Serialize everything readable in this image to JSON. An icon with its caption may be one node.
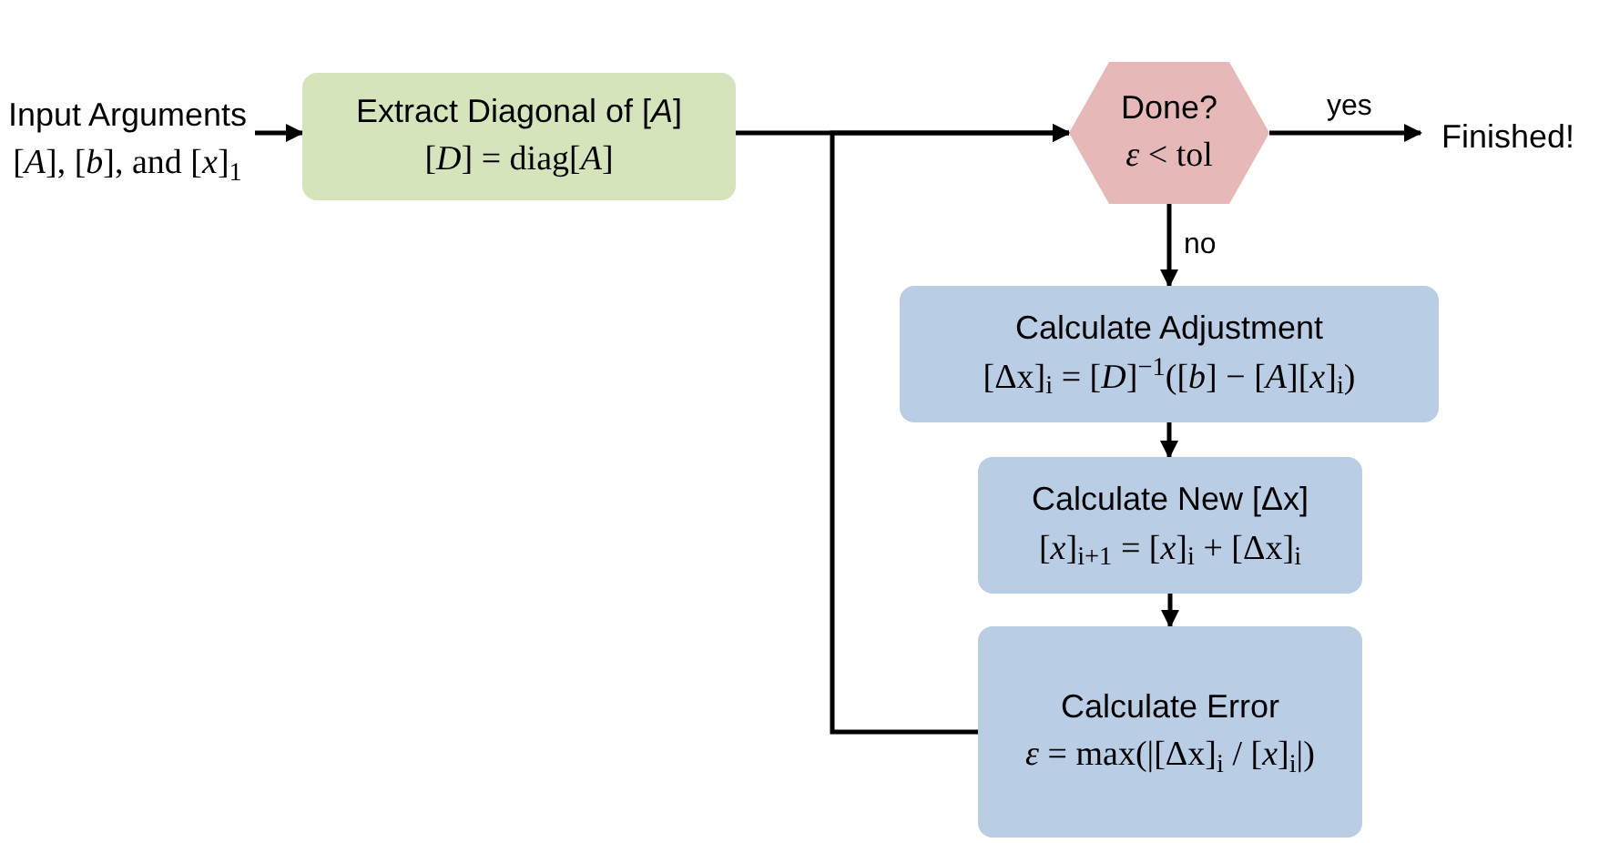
{
  "diagram": {
    "nodes": [
      {
        "text": [
          "Input Arguments",
          "[*A*], [*b*], and [*x*]$_{1}$"
        ]
      },
      {
        "text": [
          "Extract Diagonal of [*A*]",
          "[*D*] = diag[*A*]"
        ]
      },
      {
        "text": [
          "Done?",
          "*ε* < tol"
        ]
      },
      {
        "text": [
          "Finished!"
        ]
      },
      {
        "text": [
          "Calculate Adjustment",
          "[Δx]$_{i}$ = [*D*]$^{−1}$([*b*] − [*A*][*x*]$_{i}$)"
        ]
      },
      {
        "text": [
          "Calculate New [Δx]",
          "[*x*]$_{i+1}$ = [*x*]$_{i}$ + [Δx]$_{i}$"
        ]
      },
      {
        "text": [
          "Calculate Error",
          "*ε* = max(|[Δx]$_{i}$ / [*x*]$_{i}$|)"
        ]
      }
    ],
    "edges": [
      {
        "from": 0,
        "to": 1,
        "arrow": "to"
      },
      {
        "from": 1,
        "to": 2,
        "arrow": "to"
      },
      {
        "from": 2,
        "to": 3,
        "arrow": "to",
        "label": "yes"
      },
      {
        "from": 2,
        "to": 4,
        "arrow": "to",
        "label": "no"
      },
      {
        "from": 4,
        "to": 5,
        "arrow": "to"
      },
      {
        "from": 5,
        "to": 6,
        "arrow": "to"
      },
      {
        "from": 6,
        "to": 2,
        "arrow": "to"
      }
    ]
  }
}
